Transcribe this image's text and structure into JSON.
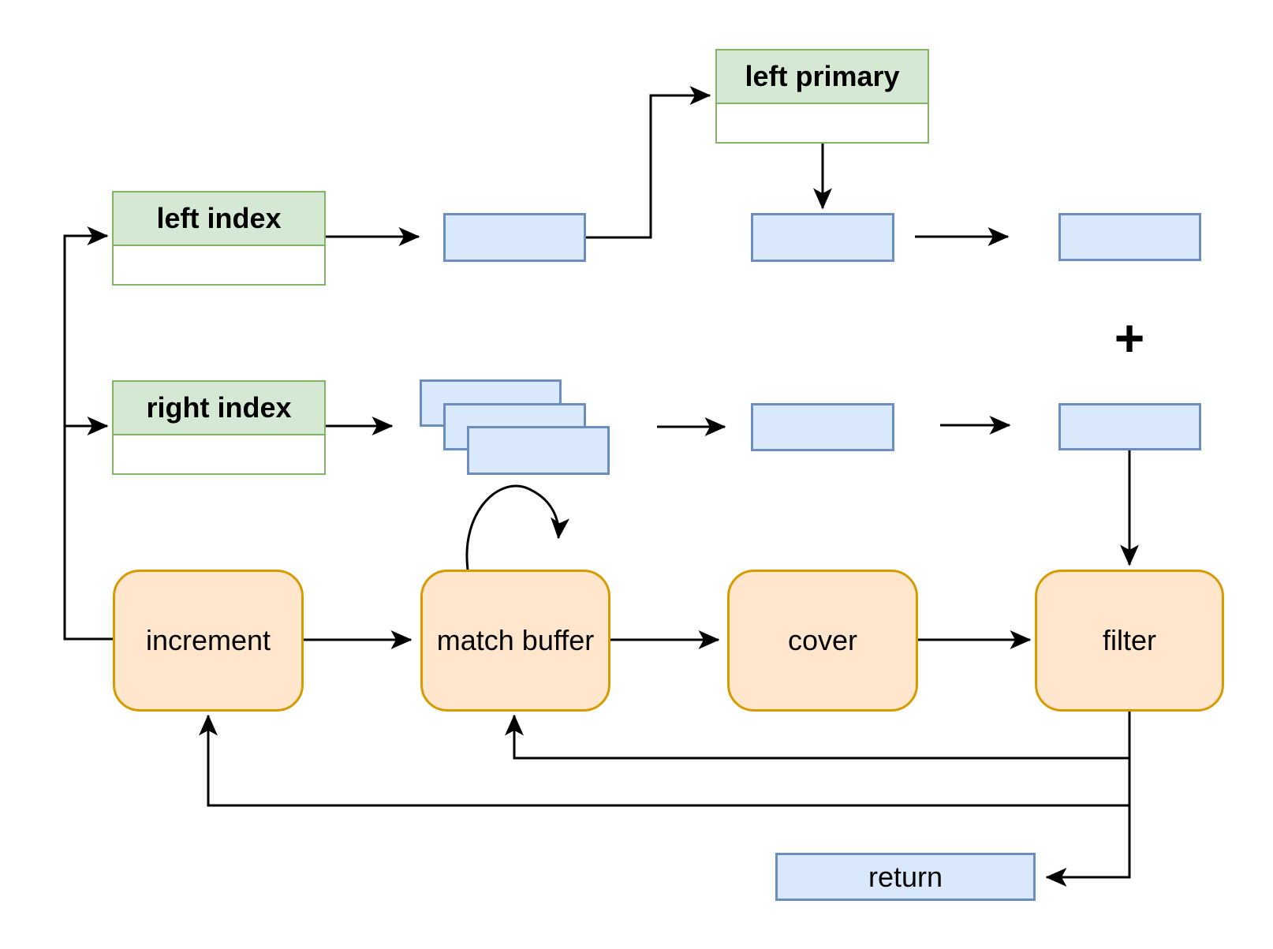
{
  "diagram": {
    "nodes": {
      "left_index": {
        "label": "left index"
      },
      "right_index": {
        "label": "right index"
      },
      "left_primary": {
        "label": "left primary"
      },
      "increment": {
        "label": "increment"
      },
      "match_buffer": {
        "label": "match buffer"
      },
      "cover": {
        "label": "cover"
      },
      "filter": {
        "label": "filter"
      },
      "return": {
        "label": "return"
      }
    },
    "operators": {
      "plus": "+"
    },
    "colors": {
      "green_fill": "#d5e8d4",
      "green_border": "#82b366",
      "blue_fill": "#dae8fc",
      "blue_border": "#6c8ebf",
      "orange_fill": "#ffe6cc",
      "orange_border": "#d79b00",
      "connector": "#000000",
      "background": "#ffffff"
    }
  }
}
